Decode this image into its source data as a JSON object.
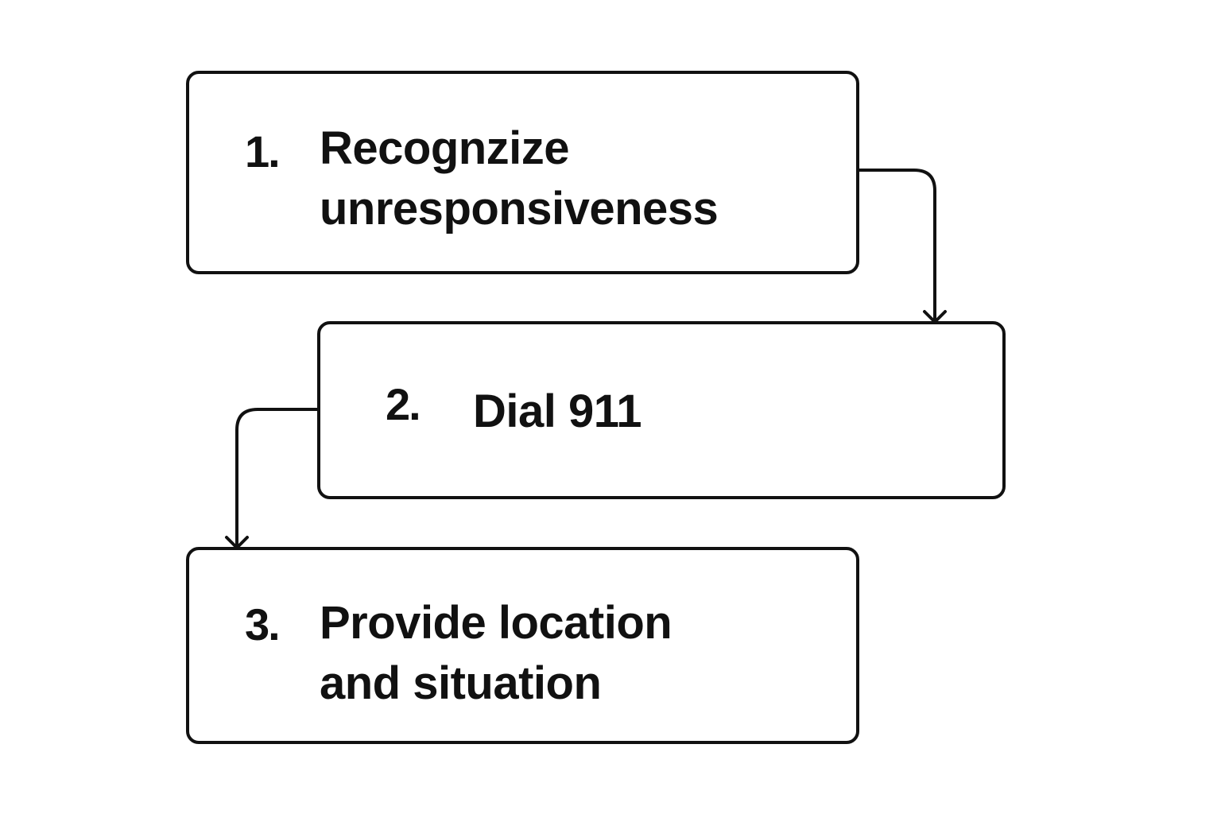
{
  "steps": [
    {
      "number": "1.",
      "text": "Recognzize unresponsiveness",
      "lines": [
        "Recognzize",
        "unresponsiveness"
      ]
    },
    {
      "number": "2.",
      "text": "Dial 911",
      "lines": [
        "Dial 911"
      ]
    },
    {
      "number": "3.",
      "text": "Provide location and situation",
      "lines": [
        "Provide location",
        "and situation"
      ]
    }
  ],
  "connectors": [
    {
      "from": "1.",
      "to": "2."
    },
    {
      "from": "2.",
      "to": "3."
    }
  ],
  "colors": {
    "stroke": "#111111",
    "background": "#ffffff"
  }
}
